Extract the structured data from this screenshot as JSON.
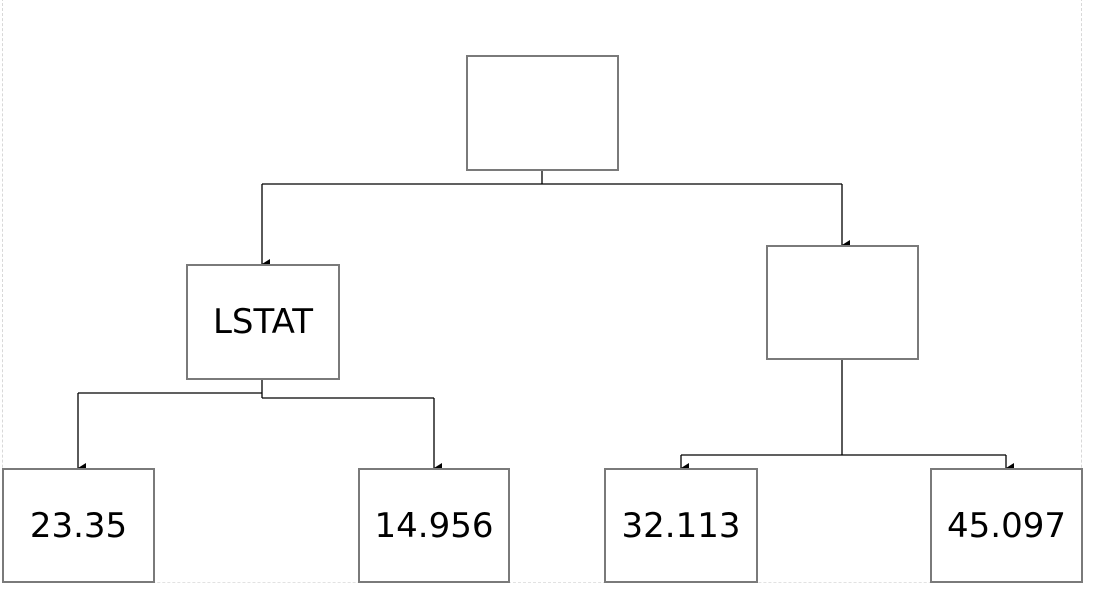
{
  "diagram": {
    "type": "decision-tree",
    "nodes": {
      "root": {
        "label": ""
      },
      "left_split": {
        "label": "LSTAT"
      },
      "right_split": {
        "label": ""
      },
      "leaf_1": {
        "label": "23.35"
      },
      "leaf_2": {
        "label": "14.956"
      },
      "leaf_3": {
        "label": "32.113"
      },
      "leaf_4": {
        "label": "45.097"
      }
    },
    "edges": [
      {
        "from": "root",
        "to": "left_split"
      },
      {
        "from": "root",
        "to": "right_split"
      },
      {
        "from": "left_split",
        "to": "leaf_1"
      },
      {
        "from": "left_split",
        "to": "leaf_2"
      },
      {
        "from": "right_split",
        "to": "leaf_3"
      },
      {
        "from": "right_split",
        "to": "leaf_4"
      }
    ],
    "colors": {
      "box_border": "#7a7a7a",
      "connector": "#000000",
      "frame": "#d8d8d8"
    }
  }
}
